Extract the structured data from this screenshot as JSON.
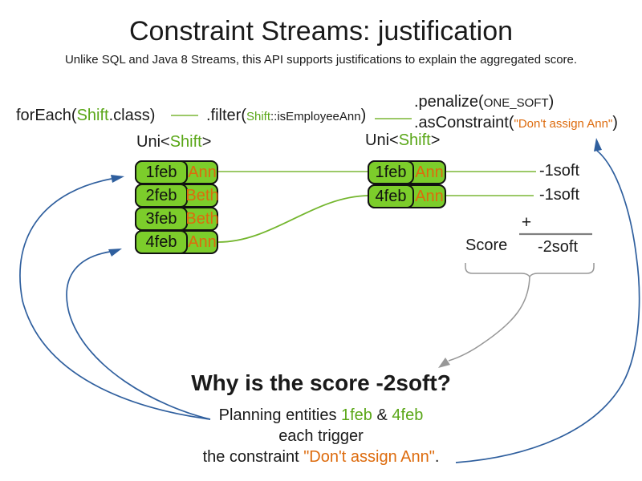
{
  "slide": {
    "title": "Constraint Streams: justification",
    "subtitle": "Unlike SQL and Java 8 Streams, this API supports justifications to explain the aggregated score."
  },
  "code": {
    "foreach": {
      "pre": "forEach(",
      "arg": "Shift",
      "post": ".class)"
    },
    "filter": {
      "pre": ".filter(",
      "arg_type": "Shift",
      "arg_rest": "::isEmployeeAnn",
      "post": ")"
    },
    "penalize": {
      "pre": ".penalize(",
      "arg": "ONE_SOFT",
      "post": ")"
    },
    "as_constraint": {
      "pre": ".asConstraint(",
      "arg": "\"Don't assign Ann\"",
      "post": ")"
    }
  },
  "streams": {
    "left": {
      "type": {
        "pre": "Uni<",
        "param": "Shift",
        "post": ">"
      },
      "rows": [
        {
          "date": "1feb",
          "name": "Ann"
        },
        {
          "date": "2feb",
          "name": "Beth"
        },
        {
          "date": "3feb",
          "name": "Beth"
        },
        {
          "date": "4feb",
          "name": "Ann"
        }
      ]
    },
    "right": {
      "type": {
        "pre": "Uni<",
        "param": "Shift",
        "post": ">"
      },
      "rows": [
        {
          "date": "1feb",
          "name": "Ann"
        },
        {
          "date": "4feb",
          "name": "Ann"
        }
      ]
    }
  },
  "scores": {
    "per_match": [
      "-1soft",
      "-1soft"
    ],
    "plus_sign": "+",
    "score_label": "Score",
    "total": "-2soft"
  },
  "explanation": {
    "heading": "Why is the score -2soft?",
    "line1": {
      "pre": "Planning entities ",
      "entity1": "1feb",
      "mid": " & ",
      "entity2": "4feb"
    },
    "line2": "each trigger",
    "line3": {
      "pre": "the constraint ",
      "constraint": "\"Don't assign Ann\"",
      "post": "."
    }
  },
  "colors": {
    "green-fill": "#7ccd2b",
    "green-text": "#5aa718",
    "green-line": "#9cc968",
    "green-curve": "#74b62e",
    "orange-text": "#dd6b0d",
    "blue-arrow": "#2f5f9e",
    "gray-arrow": "#979797",
    "gray-line": "#7f7f7f",
    "box-border": "#111111",
    "text-color": "#1a1a1a"
  }
}
